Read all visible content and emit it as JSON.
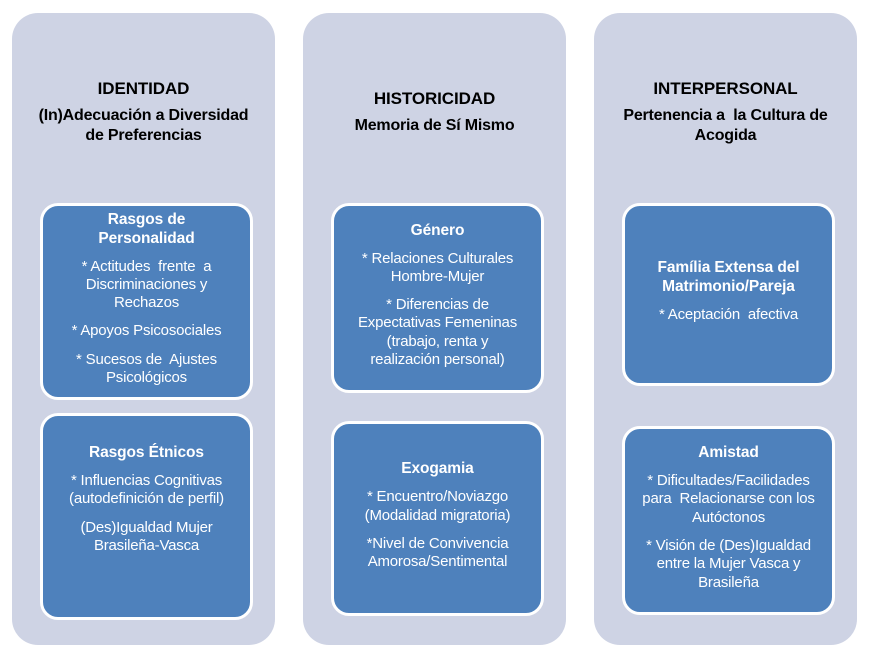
{
  "diagram_type": "smartart-three-column",
  "colors": {
    "panel_background": "#CED3E4",
    "box_background": "#4E81BC",
    "box_border": "#FFFFFF",
    "header_text": "#000000",
    "box_text": "#FFFFFF"
  },
  "columns": [
    {
      "title": "IDENTIDAD",
      "subtitle": "(In)Adecuación a Diversidad\nde Preferencias",
      "boxes": [
        {
          "title": "Rasgos de\nPersonalidad",
          "items": [
            "* Actitudes  frente  a\nDiscriminaciones y\nRechazos",
            "* Apoyos Psicosociales",
            "* Sucesos de  Ajustes\nPsicológicos"
          ]
        },
        {
          "title": "Rasgos Étnicos",
          "items": [
            "* Influencias Cognitivas\n(autodefinición de perfil)",
            "(Des)Igualdad Mujer\nBrasileña-Vasca"
          ]
        }
      ]
    },
    {
      "title": "HISTORICIDAD",
      "subtitle": "Memoria de Sí Mismo",
      "boxes": [
        {
          "title": "Género",
          "items": [
            "* Relaciones Culturales\nHombre-Mujer",
            "* Diferencias de\nExpectativas Femeninas\n(trabajo, renta y\nrealización personal)"
          ]
        },
        {
          "title": "Exogamia",
          "items": [
            "* Encuentro/Noviazgo\n(Modalidad migratoria)",
            "*Nivel de Convivencia\nAmorosa/Sentimental"
          ]
        }
      ]
    },
    {
      "title": "INTERPERSONAL",
      "subtitle": "Pertenencia a  la Cultura de\nAcogida",
      "boxes": [
        {
          "title": "Família Extensa del\nMatrimonio/Pareja",
          "items": [
            "* Aceptación  afectiva"
          ]
        },
        {
          "title": "Amistad",
          "items": [
            "* Dificultades/Facilidades\npara  Relacionarse con los\nAutóctonos",
            "* Visión de (Des)Igualdad\nentre la Mujer Vasca y\nBrasileña"
          ]
        }
      ]
    }
  ]
}
